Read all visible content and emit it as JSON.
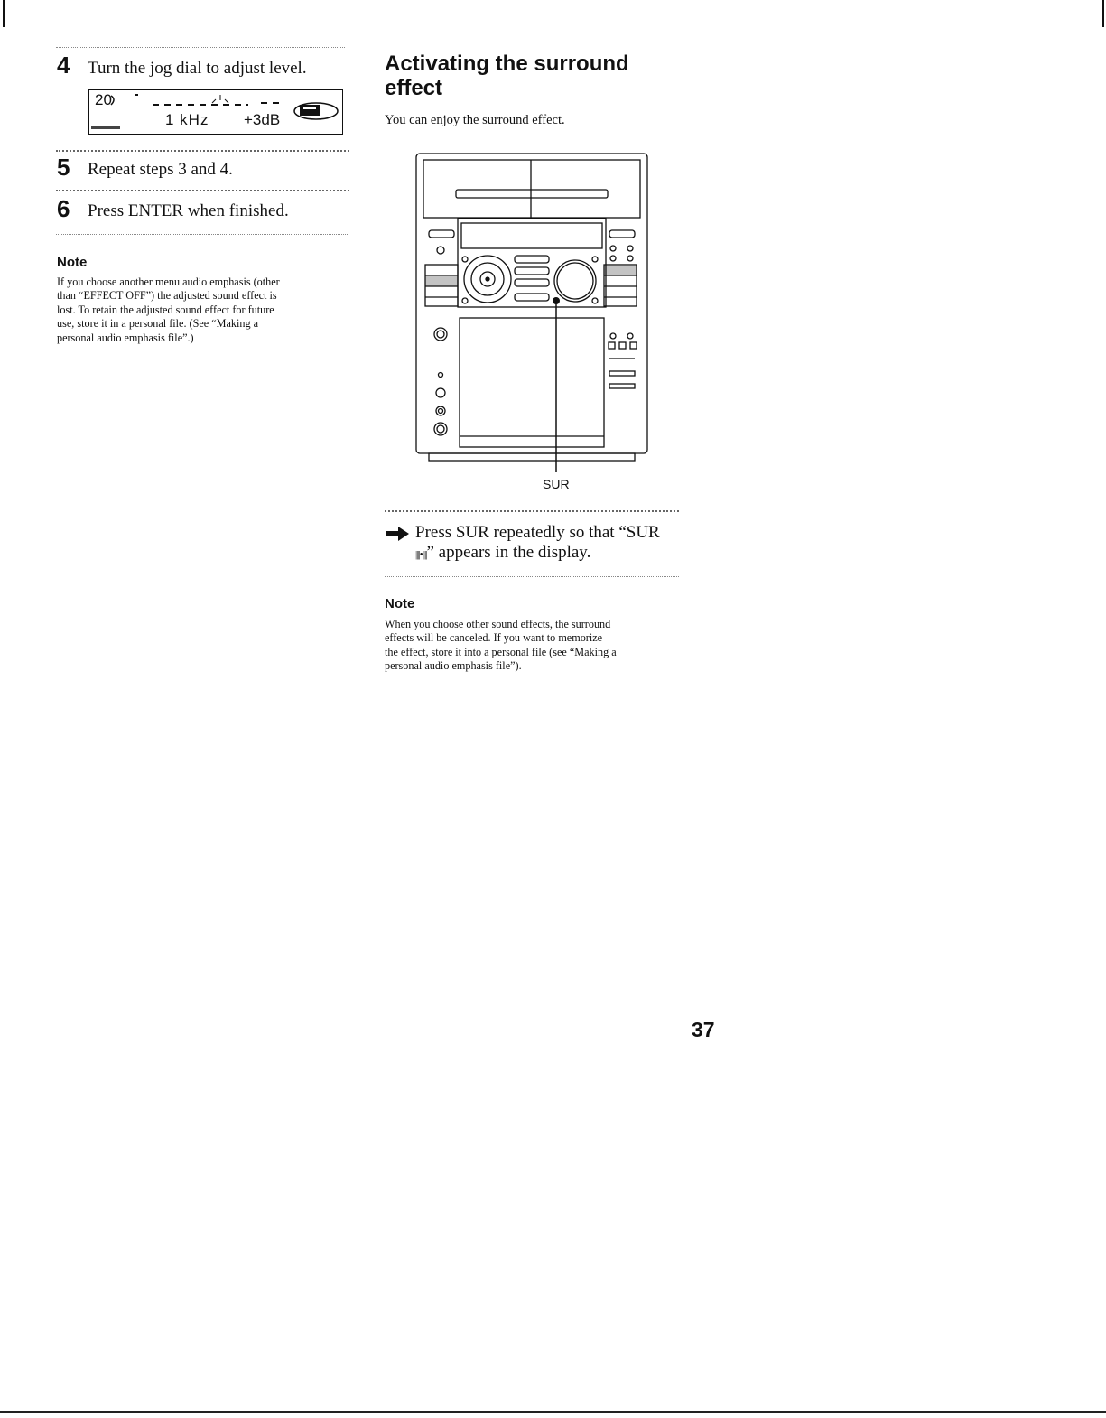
{
  "left_column": {
    "steps": [
      {
        "number": "4",
        "text": "Turn the jog dial to adjust level."
      },
      {
        "number": "5",
        "text": "Repeat steps 3 and 4."
      },
      {
        "number": "6",
        "text": "Press ENTER when finished."
      }
    ],
    "display": {
      "band": "20",
      "frequency": "1 kHz",
      "level": "+3dB"
    },
    "note": {
      "title": "Note",
      "lines": [
        "If you choose another menu audio emphasis (other",
        "than “EFFECT OFF”) the adjusted sound effect is",
        "lost. To retain the adjusted sound effect for future",
        "use, store it in a personal file. (See “Making a",
        "personal audio emphasis file”.)"
      ]
    }
  },
  "right_column": {
    "heading": {
      "line1": "Activating the surround",
      "line2": "effect"
    },
    "intro": "You can enjoy the surround effect.",
    "figure": {
      "callout_label": "SUR"
    },
    "action": {
      "line1": "Press SUR repeatedly so that “SUR",
      "line2_bars": "||||•||||",
      "line2_text": "” appears in the display."
    },
    "note": {
      "title": "Note",
      "lines": [
        "When you choose other sound effects, the surround",
        "effects will be canceled.  If you want to memorize",
        "the effect, store it into a personal file (see “Making a",
        "personal audio emphasis file”)."
      ]
    }
  },
  "page_number": "37"
}
